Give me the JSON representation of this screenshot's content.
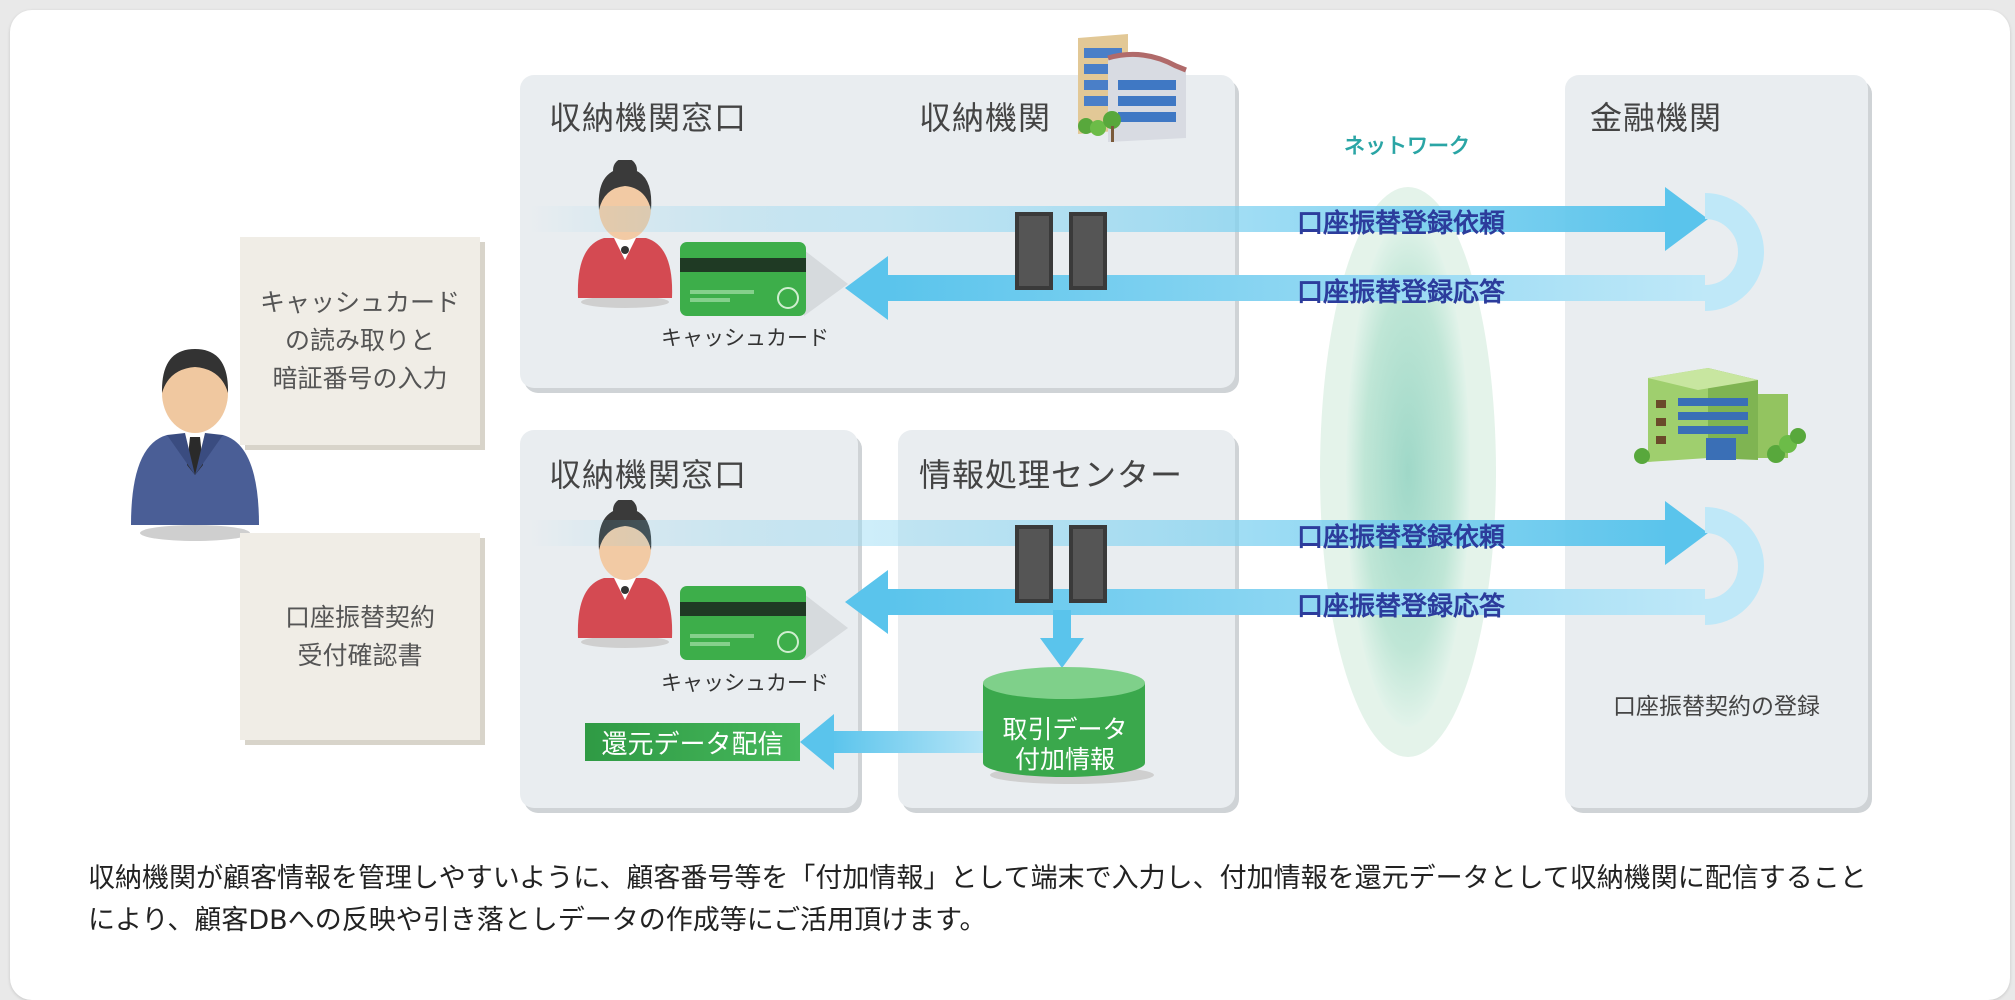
{
  "colors": {
    "arrow": "#5ac4ec",
    "label": "#2c3c9c",
    "network_label": "#2aa5a5",
    "green_banner": "#33aa55"
  },
  "customer": {
    "note_card_reading": "キャッシュカード\nの読み取りと\n暗証番号の入力",
    "note_receipt": "口座振替契約\n受付確認書"
  },
  "top_panel": {
    "left_title": "収納機関窓口",
    "right_title": "収納機関",
    "card_label": "キャッシュカード"
  },
  "bottom_panel": {
    "left_title": "収納機関窓口",
    "center_title": "情報処理センター",
    "card_label": "キャッシュカード",
    "return_data": "還元データ配信",
    "db_line1": "取引データ",
    "db_line2": "付加情報"
  },
  "network": {
    "label": "ネットワーク"
  },
  "flows": {
    "top_request": "口座振替登録依頼",
    "top_response": "口座振替登録応答",
    "bottom_request": "口座振替登録依頼",
    "bottom_response": "口座振替登録応答"
  },
  "bank": {
    "title": "金融機関",
    "registration": "口座振替契約の登録"
  },
  "caption": {
    "line1": "収納機関が顧客情報を管理しやすいように、顧客番号等を「付加情報」として端末で入力し、付加情報を還元データとして収納機関に配信すること",
    "line2": "により、顧客DBへの反映や引き落としデータの作成等にご活用頂けます。"
  }
}
